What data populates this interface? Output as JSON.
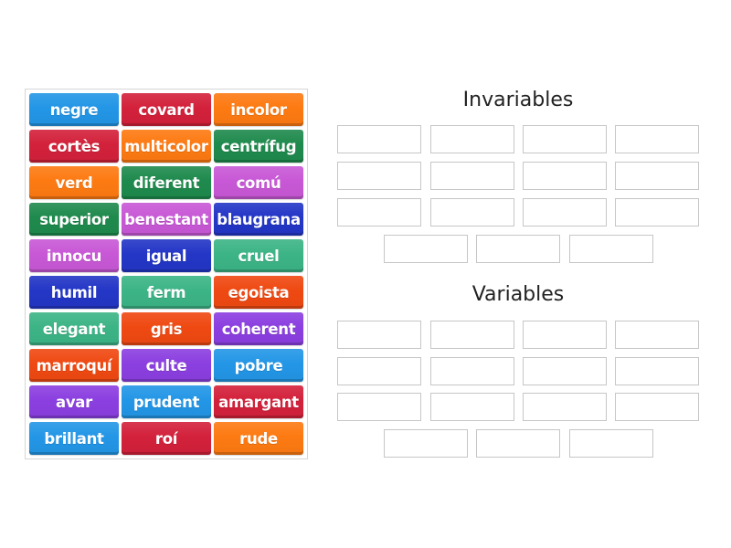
{
  "colors": {
    "sky_blue": "#2396e6",
    "crimson": "#d3213b",
    "orange": "#fd7a12",
    "dark_green": "#1f8a4d",
    "magenta": "#c858d6",
    "royal_blue": "#2336c6",
    "teal": "#3cb486",
    "red_orange": "#ef4912",
    "purple": "#8b3fe0"
  },
  "tiles": [
    {
      "label": "negre",
      "color": "#2396e6"
    },
    {
      "label": "covard",
      "color": "#d3213b"
    },
    {
      "label": "incolor",
      "color": "#fd7a12"
    },
    {
      "label": "cortès",
      "color": "#d3213b"
    },
    {
      "label": "multicolor",
      "color": "#fd7a12"
    },
    {
      "label": "centrífug",
      "color": "#1f8a4d"
    },
    {
      "label": "verd",
      "color": "#fd7a12"
    },
    {
      "label": "diferent",
      "color": "#1f8a4d"
    },
    {
      "label": "comú",
      "color": "#c858d6"
    },
    {
      "label": "superior",
      "color": "#1f8a4d"
    },
    {
      "label": "benestant",
      "color": "#c858d6"
    },
    {
      "label": "blaugrana",
      "color": "#2336c6"
    },
    {
      "label": "innocu",
      "color": "#c858d6"
    },
    {
      "label": "igual",
      "color": "#2336c6"
    },
    {
      "label": "cruel",
      "color": "#3cb486"
    },
    {
      "label": "humil",
      "color": "#2336c6"
    },
    {
      "label": "ferm",
      "color": "#3cb486"
    },
    {
      "label": "egoista",
      "color": "#ef4912"
    },
    {
      "label": "elegant",
      "color": "#3cb486"
    },
    {
      "label": "gris",
      "color": "#ef4912"
    },
    {
      "label": "coherent",
      "color": "#8b3fe0"
    },
    {
      "label": "marroquí",
      "color": "#ef4912"
    },
    {
      "label": "culte",
      "color": "#8b3fe0"
    },
    {
      "label": "pobre",
      "color": "#2396e6"
    },
    {
      "label": "avar",
      "color": "#8b3fe0"
    },
    {
      "label": "prudent",
      "color": "#2396e6"
    },
    {
      "label": "amargant",
      "color": "#d3213b"
    },
    {
      "label": "brillant",
      "color": "#2396e6"
    },
    {
      "label": "roí",
      "color": "#d3213b"
    },
    {
      "label": "rude",
      "color": "#fd7a12"
    }
  ],
  "groups": [
    {
      "title": "Invariables",
      "slot_count": 15
    },
    {
      "title": "Variables",
      "slot_count": 15
    }
  ]
}
